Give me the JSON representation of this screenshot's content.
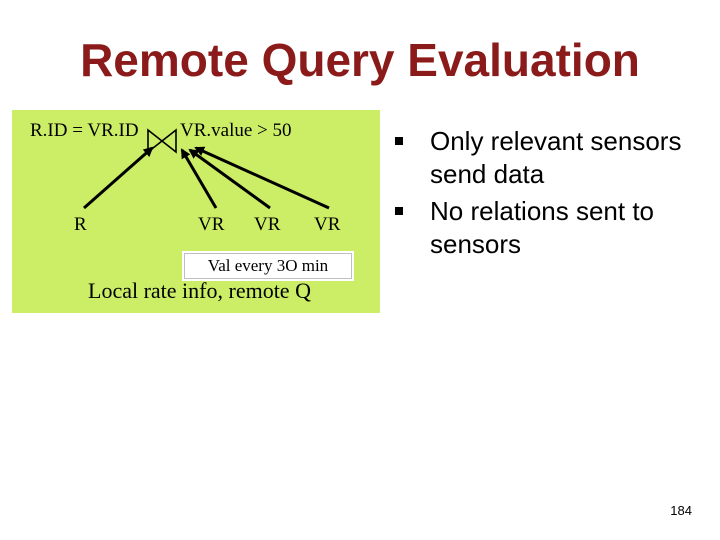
{
  "slide": {
    "title": "Remote Query Evaluation",
    "page_number": "184"
  },
  "diagram": {
    "background_color": "#ccee66",
    "join_label": "R.ID = VR.ID",
    "selection_label": "VR.value > 50",
    "leaf_r": "R",
    "leaf_vr_1": "VR",
    "leaf_vr_2": "VR",
    "leaf_vr_3": "VR",
    "rate_box": "Val every 3O min",
    "caption": "Local rate info, remote Q"
  },
  "bullets": [
    "Only relevant sensors send data",
    "No relations sent to sensors"
  ],
  "colors": {
    "title": "#8b1a1a"
  }
}
